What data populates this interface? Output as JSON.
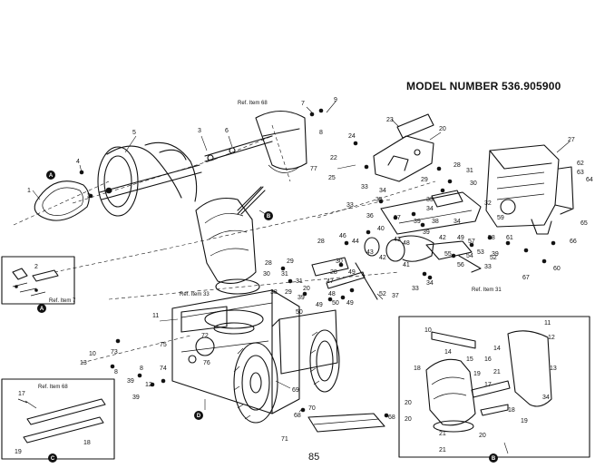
{
  "header": {
    "model_number": "MODEL NUMBER 536.905900"
  },
  "footer": {
    "page_number": "85"
  },
  "refs": {
    "item_68_top": "Ref. Item 68",
    "item_33": "Ref. Item 33",
    "item_7": "Ref. Item 7",
    "item_31": "Ref. Item 31",
    "item_68_inset": "Ref. Item 68"
  },
  "callouts": {
    "A": "A",
    "B": "B",
    "C": "C",
    "D": "D"
  },
  "part_numbers": {
    "p1": "1",
    "p2": "2",
    "p3": "3",
    "p4": "4",
    "p5": "5",
    "p6": "6",
    "p7": "7",
    "p8": "8",
    "p9": "9",
    "p10": "10",
    "p11": "11",
    "p12": "12",
    "p13": "13",
    "p14": "14",
    "p15": "15",
    "p16": "16",
    "p17": "17",
    "p18": "18",
    "p19": "19",
    "p20": "20",
    "p21": "21",
    "p22": "22",
    "p23": "23",
    "p24": "24",
    "p25": "25",
    "p26": "26",
    "p27": "27",
    "p28": "28",
    "p29": "29",
    "p30": "30",
    "p31": "31",
    "p32": "32",
    "p33": "33",
    "p34": "34",
    "p35": "35",
    "p36": "36",
    "p37": "37",
    "p38": "38",
    "p39": "39",
    "p40": "40",
    "p41": "41",
    "p42": "42",
    "p43": "43",
    "p44": "44",
    "p45": "45",
    "p46": "46",
    "p47": "47",
    "p48": "48",
    "p49": "49",
    "p50": "50",
    "p51": "51",
    "p52": "52",
    "p53": "53",
    "p54": "54",
    "p55": "55",
    "p56": "56",
    "p57": "57",
    "p58": "58",
    "p59": "59",
    "p60": "60",
    "p61": "61",
    "p62": "62",
    "p63": "63",
    "p64": "64",
    "p65": "65",
    "p66": "66",
    "p67": "67",
    "p68": "68",
    "p69": "69",
    "p70": "70",
    "p71": "71",
    "p72": "72",
    "p73": "73",
    "p74": "74",
    "p75": "75",
    "p76": "76",
    "p77": "77"
  }
}
